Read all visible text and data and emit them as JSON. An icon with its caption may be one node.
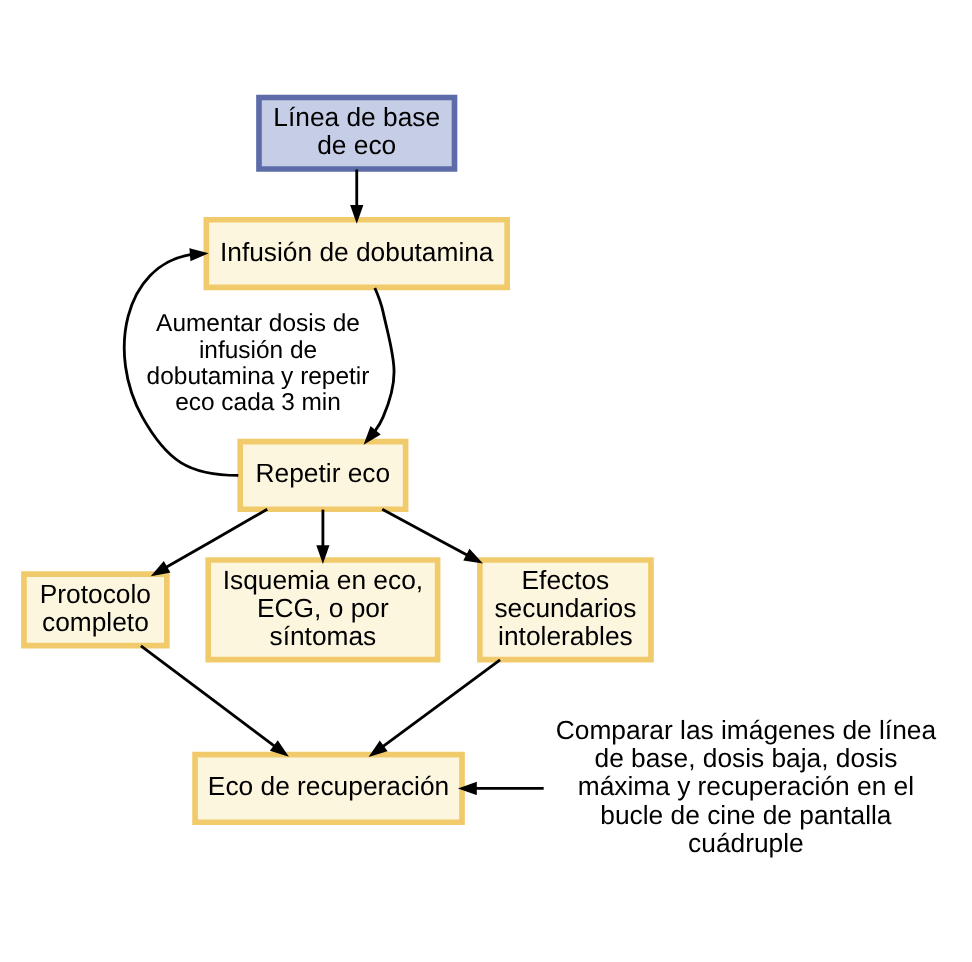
{
  "diagram": {
    "nodes": [
      {
        "text": [
          "Línea de base de eco"
        ]
      },
      {
        "text": [
          "Infusión de dobutamina"
        ]
      },
      {
        "text": [
          "Repetir eco"
        ]
      },
      {
        "text": [
          "Protocolo completo"
        ]
      },
      {
        "text": [
          "Isquemia en eco, ECG, o por síntomas"
        ]
      },
      {
        "text": [
          "Efectos secundarios intolerables"
        ]
      },
      {
        "text": [
          "Eco de recuperación"
        ]
      },
      {
        "text": [
          "Comparar las imágenes de línea de base, dosis baja, dosis máxima y recuperación en el bucle de cine de pantalla cuádruple"
        ]
      }
    ],
    "edges": [
      {
        "from": 0,
        "to": 1,
        "arrow": "to"
      },
      {
        "from": 1,
        "to": 2,
        "arrow": "to"
      },
      {
        "from": 2,
        "to": 1,
        "arrow": "to",
        "label": "Aumentar dosis de infusión de dobutamina y repetir eco cada 3 min"
      },
      {
        "from": 2,
        "to": 3,
        "arrow": "to"
      },
      {
        "from": 2,
        "to": 4,
        "arrow": "to"
      },
      {
        "from": 2,
        "to": 5,
        "arrow": "to"
      },
      {
        "from": 3,
        "to": 6,
        "arrow": "to"
      },
      {
        "from": 5,
        "to": 6,
        "arrow": "to"
      },
      {
        "from": 7,
        "to": 6,
        "arrow": "to"
      }
    ]
  }
}
